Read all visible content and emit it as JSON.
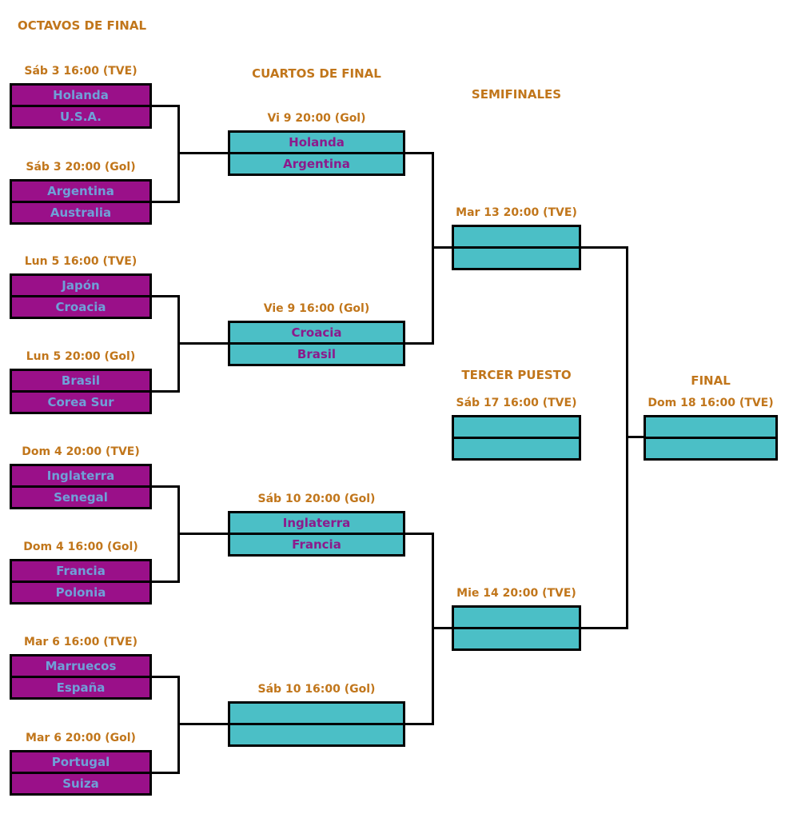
{
  "colors": {
    "heading": "#C1761B",
    "r16Bg": "#9A1089",
    "r16Text": "#6FA0D8",
    "cupBg": "#4BBFC6",
    "cupText": "#8C1A8C",
    "line": "#000000",
    "background": "#FFFFFF"
  },
  "rounds": {
    "r16_title": "OCTAVOS DE FINAL",
    "qf_title": "CUARTOS DE FINAL",
    "sf_title": "SEMIFINALES",
    "third_title": "TERCER PUESTO",
    "final_title": "FINAL"
  },
  "matches": {
    "r16": [
      {
        "schedule": "Sáb 3 16:00 (TVE)",
        "home": "Holanda",
        "away": "U.S.A."
      },
      {
        "schedule": "Sáb 3 20:00 (Gol)",
        "home": "Argentina",
        "away": "Australia"
      },
      {
        "schedule": "Lun 5 16:00 (TVE)",
        "home": "Japón",
        "away": "Croacia"
      },
      {
        "schedule": "Lun 5 20:00 (Gol)",
        "home": "Brasil",
        "away": "Corea Sur"
      },
      {
        "schedule": "Dom 4 20:00 (TVE)",
        "home": "Inglaterra",
        "away": "Senegal"
      },
      {
        "schedule": "Dom 4 16:00 (Gol)",
        "home": "Francia",
        "away": "Polonia"
      },
      {
        "schedule": "Mar 6 16:00 (TVE)",
        "home": "Marruecos",
        "away": "España"
      },
      {
        "schedule": "Mar 6 20:00 (Gol)",
        "home": "Portugal",
        "away": "Suiza"
      }
    ],
    "qf": [
      {
        "schedule": "Vi 9 20:00 (Gol)",
        "home": "Holanda",
        "away": "Argentina"
      },
      {
        "schedule": "Vie 9 16:00 (Gol)",
        "home": "Croacia",
        "away": "Brasil"
      },
      {
        "schedule": "Sáb 10 20:00 (Gol)",
        "home": "Inglaterra",
        "away": "Francia"
      },
      {
        "schedule": "Sáb 10 16:00 (Gol)",
        "home": "",
        "away": ""
      }
    ],
    "sf": [
      {
        "schedule": "Mar 13 20:00 (TVE)",
        "home": "",
        "away": ""
      },
      {
        "schedule": "Mie 14 20:00 (TVE)",
        "home": "",
        "away": ""
      }
    ],
    "third": {
      "schedule": "Sáb 17 16:00 (TVE)",
      "home": "",
      "away": ""
    },
    "final": {
      "schedule": "Dom 18 16:00 (TVE)",
      "home": "",
      "away": ""
    }
  }
}
